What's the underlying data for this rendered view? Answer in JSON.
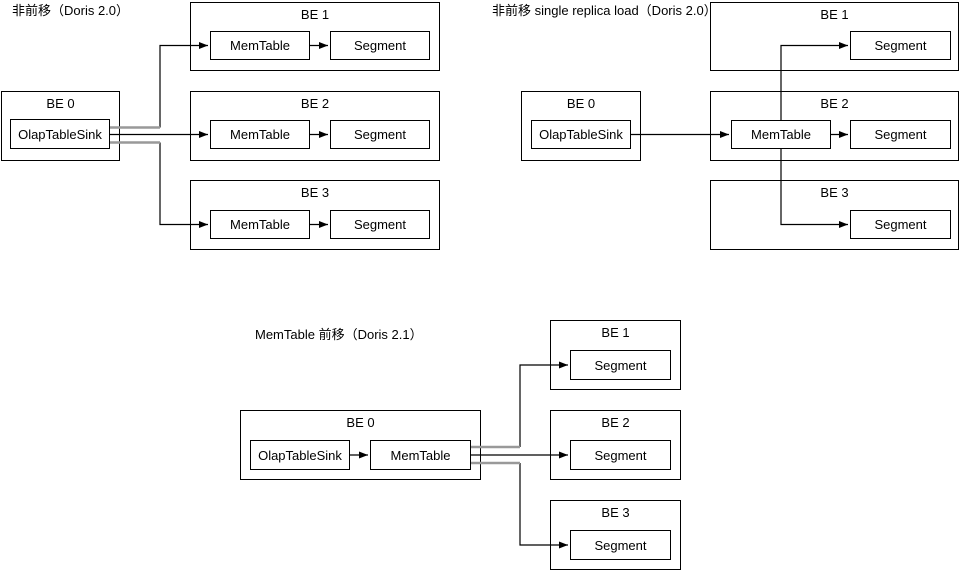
{
  "diagrams": [
    {
      "title": "非前移（Doris 2.0）",
      "be0": {
        "label": "BE 0",
        "olap_table_sink": "OlapTableSink"
      },
      "be1": {
        "label": "BE 1",
        "memtable": "MemTable",
        "segment": "Segment"
      },
      "be2": {
        "label": "BE 2",
        "memtable": "MemTable",
        "segment": "Segment"
      },
      "be3": {
        "label": "BE 3",
        "memtable": "MemTable",
        "segment": "Segment"
      }
    },
    {
      "title": "非前移 single replica load（Doris 2.0）",
      "be0": {
        "label": "BE 0",
        "olap_table_sink": "OlapTableSink"
      },
      "be1": {
        "label": "BE 1",
        "segment": "Segment"
      },
      "be2": {
        "label": "BE 2",
        "memtable": "MemTable",
        "segment": "Segment"
      },
      "be3": {
        "label": "BE 3",
        "segment": "Segment"
      }
    },
    {
      "title": "MemTable 前移（Doris 2.1）",
      "be0": {
        "label": "BE 0",
        "olap_table_sink": "OlapTableSink",
        "memtable": "MemTable"
      },
      "be1": {
        "label": "BE 1",
        "segment": "Segment"
      },
      "be2": {
        "label": "BE 2",
        "segment": "Segment"
      },
      "be3": {
        "label": "BE 3",
        "segment": "Segment"
      }
    }
  ],
  "colors": {
    "line": "#000000",
    "parallel_stub": "#999999",
    "box_border": "#000000",
    "background": "#ffffff",
    "text": "#000000"
  }
}
